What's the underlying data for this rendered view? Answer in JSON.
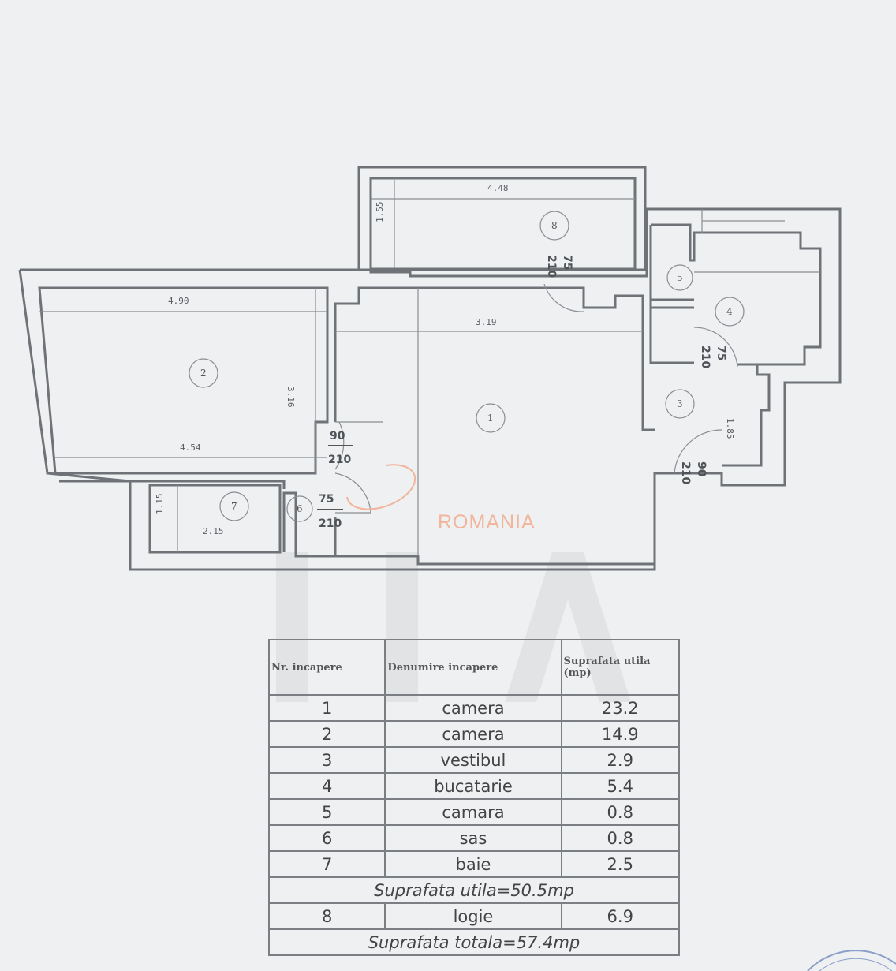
{
  "plan": {
    "rooms": [
      {
        "nr": "1"
      },
      {
        "nr": "2"
      },
      {
        "nr": "3"
      },
      {
        "nr": "4"
      },
      {
        "nr": "5"
      },
      {
        "nr": "6"
      },
      {
        "nr": "7"
      },
      {
        "nr": "8"
      }
    ],
    "dimensions": [
      "4.90",
      "4.54",
      "3.16",
      "4.48",
      "3.19",
      "1.55",
      "1.15",
      "2.15",
      "1.85"
    ],
    "doors": [
      {
        "width": "90",
        "height": "210"
      },
      {
        "width": "75",
        "height": "210"
      },
      {
        "width": "75",
        "height": "210"
      },
      {
        "width": "75",
        "height": "210"
      },
      {
        "width": "90",
        "height": "210"
      }
    ],
    "watermark": "ROMANIA"
  },
  "table": {
    "headers": [
      "Nr. incapere",
      "Denumire incapere",
      "Suprafata utila (mp)"
    ],
    "rows": [
      {
        "nr": "1",
        "name": "camera",
        "area": "23.2"
      },
      {
        "nr": "2",
        "name": "camera",
        "area": "14.9"
      },
      {
        "nr": "3",
        "name": "vestibul",
        "area": "2.9"
      },
      {
        "nr": "4",
        "name": "bucatarie",
        "area": "5.4"
      },
      {
        "nr": "5",
        "name": "camara",
        "area": "0.8"
      },
      {
        "nr": "6",
        "name": "sas",
        "area": "0.8"
      },
      {
        "nr": "7",
        "name": "baie",
        "area": "2.5"
      }
    ],
    "useful_total": "Suprafata utila=50.5mp",
    "extra_row": {
      "nr": "8",
      "name": "logie",
      "area": "6.9"
    },
    "grand_total": "Suprafata totala=57.4mp"
  }
}
